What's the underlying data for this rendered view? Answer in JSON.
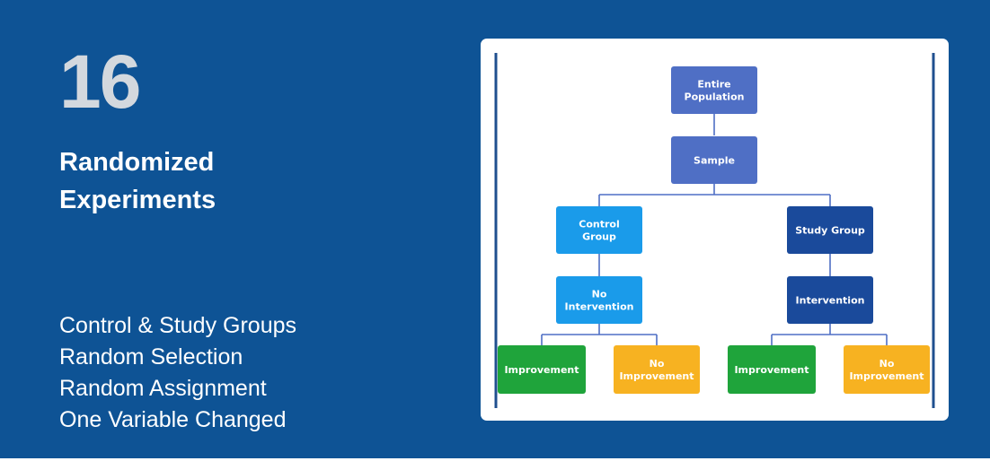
{
  "slide": {
    "number": "16",
    "title_lines": [
      "Randomized",
      "Experiments"
    ],
    "bullets": [
      "Control & Study Groups",
      "Random Selection",
      "Random Assignment",
      "One Variable Changed"
    ]
  },
  "diagram": {
    "colors": {
      "top": "#4f6fc5",
      "control": "#1a9bea",
      "study": "#1a4a9b",
      "improvement": "#1fa43b",
      "no_improvement": "#f7b221",
      "connector": "#4f6fc5",
      "frame": "#1f4f8f"
    },
    "nodes": {
      "population": [
        "Entire",
        "Population"
      ],
      "sample": [
        "Sample"
      ],
      "control_group": [
        "Control",
        "Group"
      ],
      "study_group": [
        "Study Group"
      ],
      "no_intervention": [
        "No",
        "Intervention"
      ],
      "intervention": [
        "Intervention"
      ],
      "control_improvement": [
        "Improvement"
      ],
      "control_no_improvement": [
        "No",
        "Improvement"
      ],
      "study_improvement": [
        "Improvement"
      ],
      "study_no_improvement": [
        "No",
        "Improvement"
      ]
    }
  }
}
